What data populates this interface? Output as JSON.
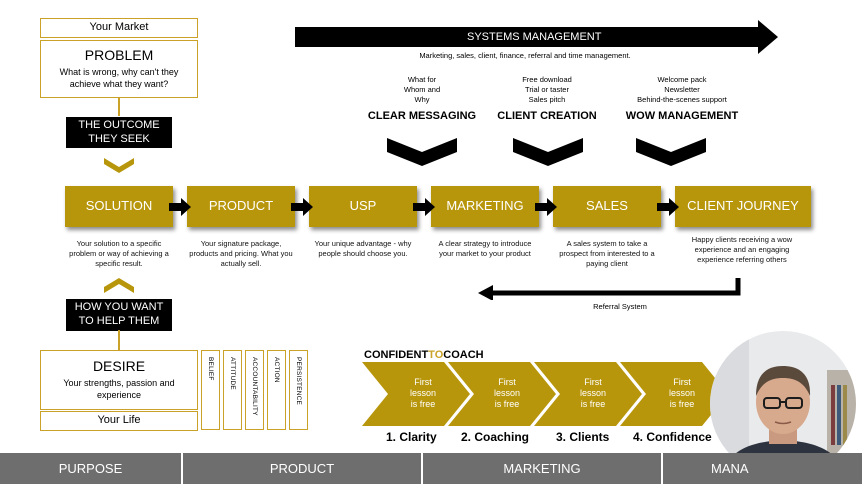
{
  "left_column": {
    "your_market": "Your Market",
    "problem_title": "PROBLEM",
    "problem_text": "What is wrong,  why can't they achieve what they want?",
    "outcome_label": "THE OUTCOME THEY SEEK",
    "how_label": "HOW YOU WANT TO HELP THEM",
    "desire_title": "DESIRE",
    "desire_text": "Your strengths, passion and experience",
    "your_life": "Your Life"
  },
  "vertical_boxes": [
    "BELIEF",
    "ATTITUDE",
    "ACCOUNTABILITY",
    "ACTION",
    "PERSISTENCE"
  ],
  "systems": {
    "title": "SYSTEMS MANAGEMENT",
    "subtitle": "Marketing, sales, client, finance, referral and time management."
  },
  "top_groups": [
    {
      "lines": "What for\nWhom and\nWhy",
      "heading": "CLEAR MESSAGING"
    },
    {
      "lines": "Free download\nTrial or taster\nSales pitch",
      "heading": "CLIENT CREATION"
    },
    {
      "lines": "Welcome pack\nNewsletter\nBehind-the-scenes support",
      "heading": "WOW MANAGEMENT"
    }
  ],
  "flow_boxes": [
    {
      "label": "SOLUTION",
      "desc": "Your solution to a specific problem or way of achieving a specific result."
    },
    {
      "label": "PRODUCT",
      "desc": "Your signature package, products and pricing. What you actually sell."
    },
    {
      "label": "USP",
      "desc": "Your unique advantage - why people should choose you."
    },
    {
      "label": "MARKETING",
      "desc": "A clear strategy to introduce your market to your product"
    },
    {
      "label": "SALES",
      "desc": "A sales system to take a prospect from interested to a paying client"
    },
    {
      "label": "CLIENT JOURNEY",
      "desc": "Happy clients receiving a wow experience and an engaging experience referring others"
    }
  ],
  "referral_label": "Referral System",
  "confident": {
    "part1": "CONFIDENT",
    "part2": "TO",
    "part3": "COACH"
  },
  "chevrons": [
    {
      "text": "First lesson is free",
      "step": "1. Clarity"
    },
    {
      "text": "First lesson is free",
      "step": "2. Coaching"
    },
    {
      "text": "First lesson is free",
      "step": "3. Clients"
    },
    {
      "text": "First lesson is free",
      "step": "4. Confidence"
    }
  ],
  "footer": [
    "PURPOSE",
    "PRODUCT",
    "MARKETING",
    "MANA"
  ],
  "colors": {
    "gold": "#b8960c",
    "outline": "#c9a227",
    "footer": "#6e6e6e",
    "black": "#000000"
  }
}
